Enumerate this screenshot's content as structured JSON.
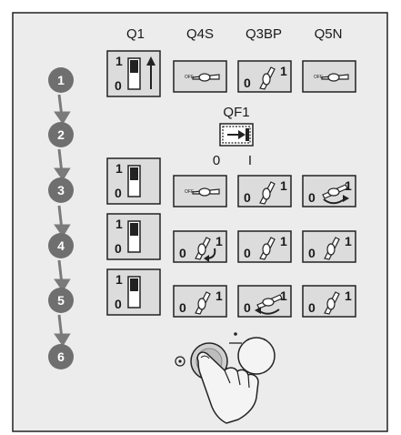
{
  "columns": {
    "q1": "Q1",
    "q4s": "Q4S",
    "q3bp": "Q3BP",
    "q5n": "Q5N"
  },
  "breaker": {
    "name": "QF1",
    "off_label": "0",
    "on_label": "I"
  },
  "switch_labels": {
    "on": "1",
    "off": "0",
    "off_text": "OFF"
  },
  "steps": [
    "1",
    "2",
    "3",
    "4",
    "5",
    "6"
  ],
  "colors": {
    "panel": "#ececec",
    "switch_face": "#dcdcdc",
    "step_circle": "#6f6f6f",
    "arrow": "#7a7a7a",
    "button_ring": "#8a8a8a",
    "hand_fill": "#f4f4f4"
  }
}
